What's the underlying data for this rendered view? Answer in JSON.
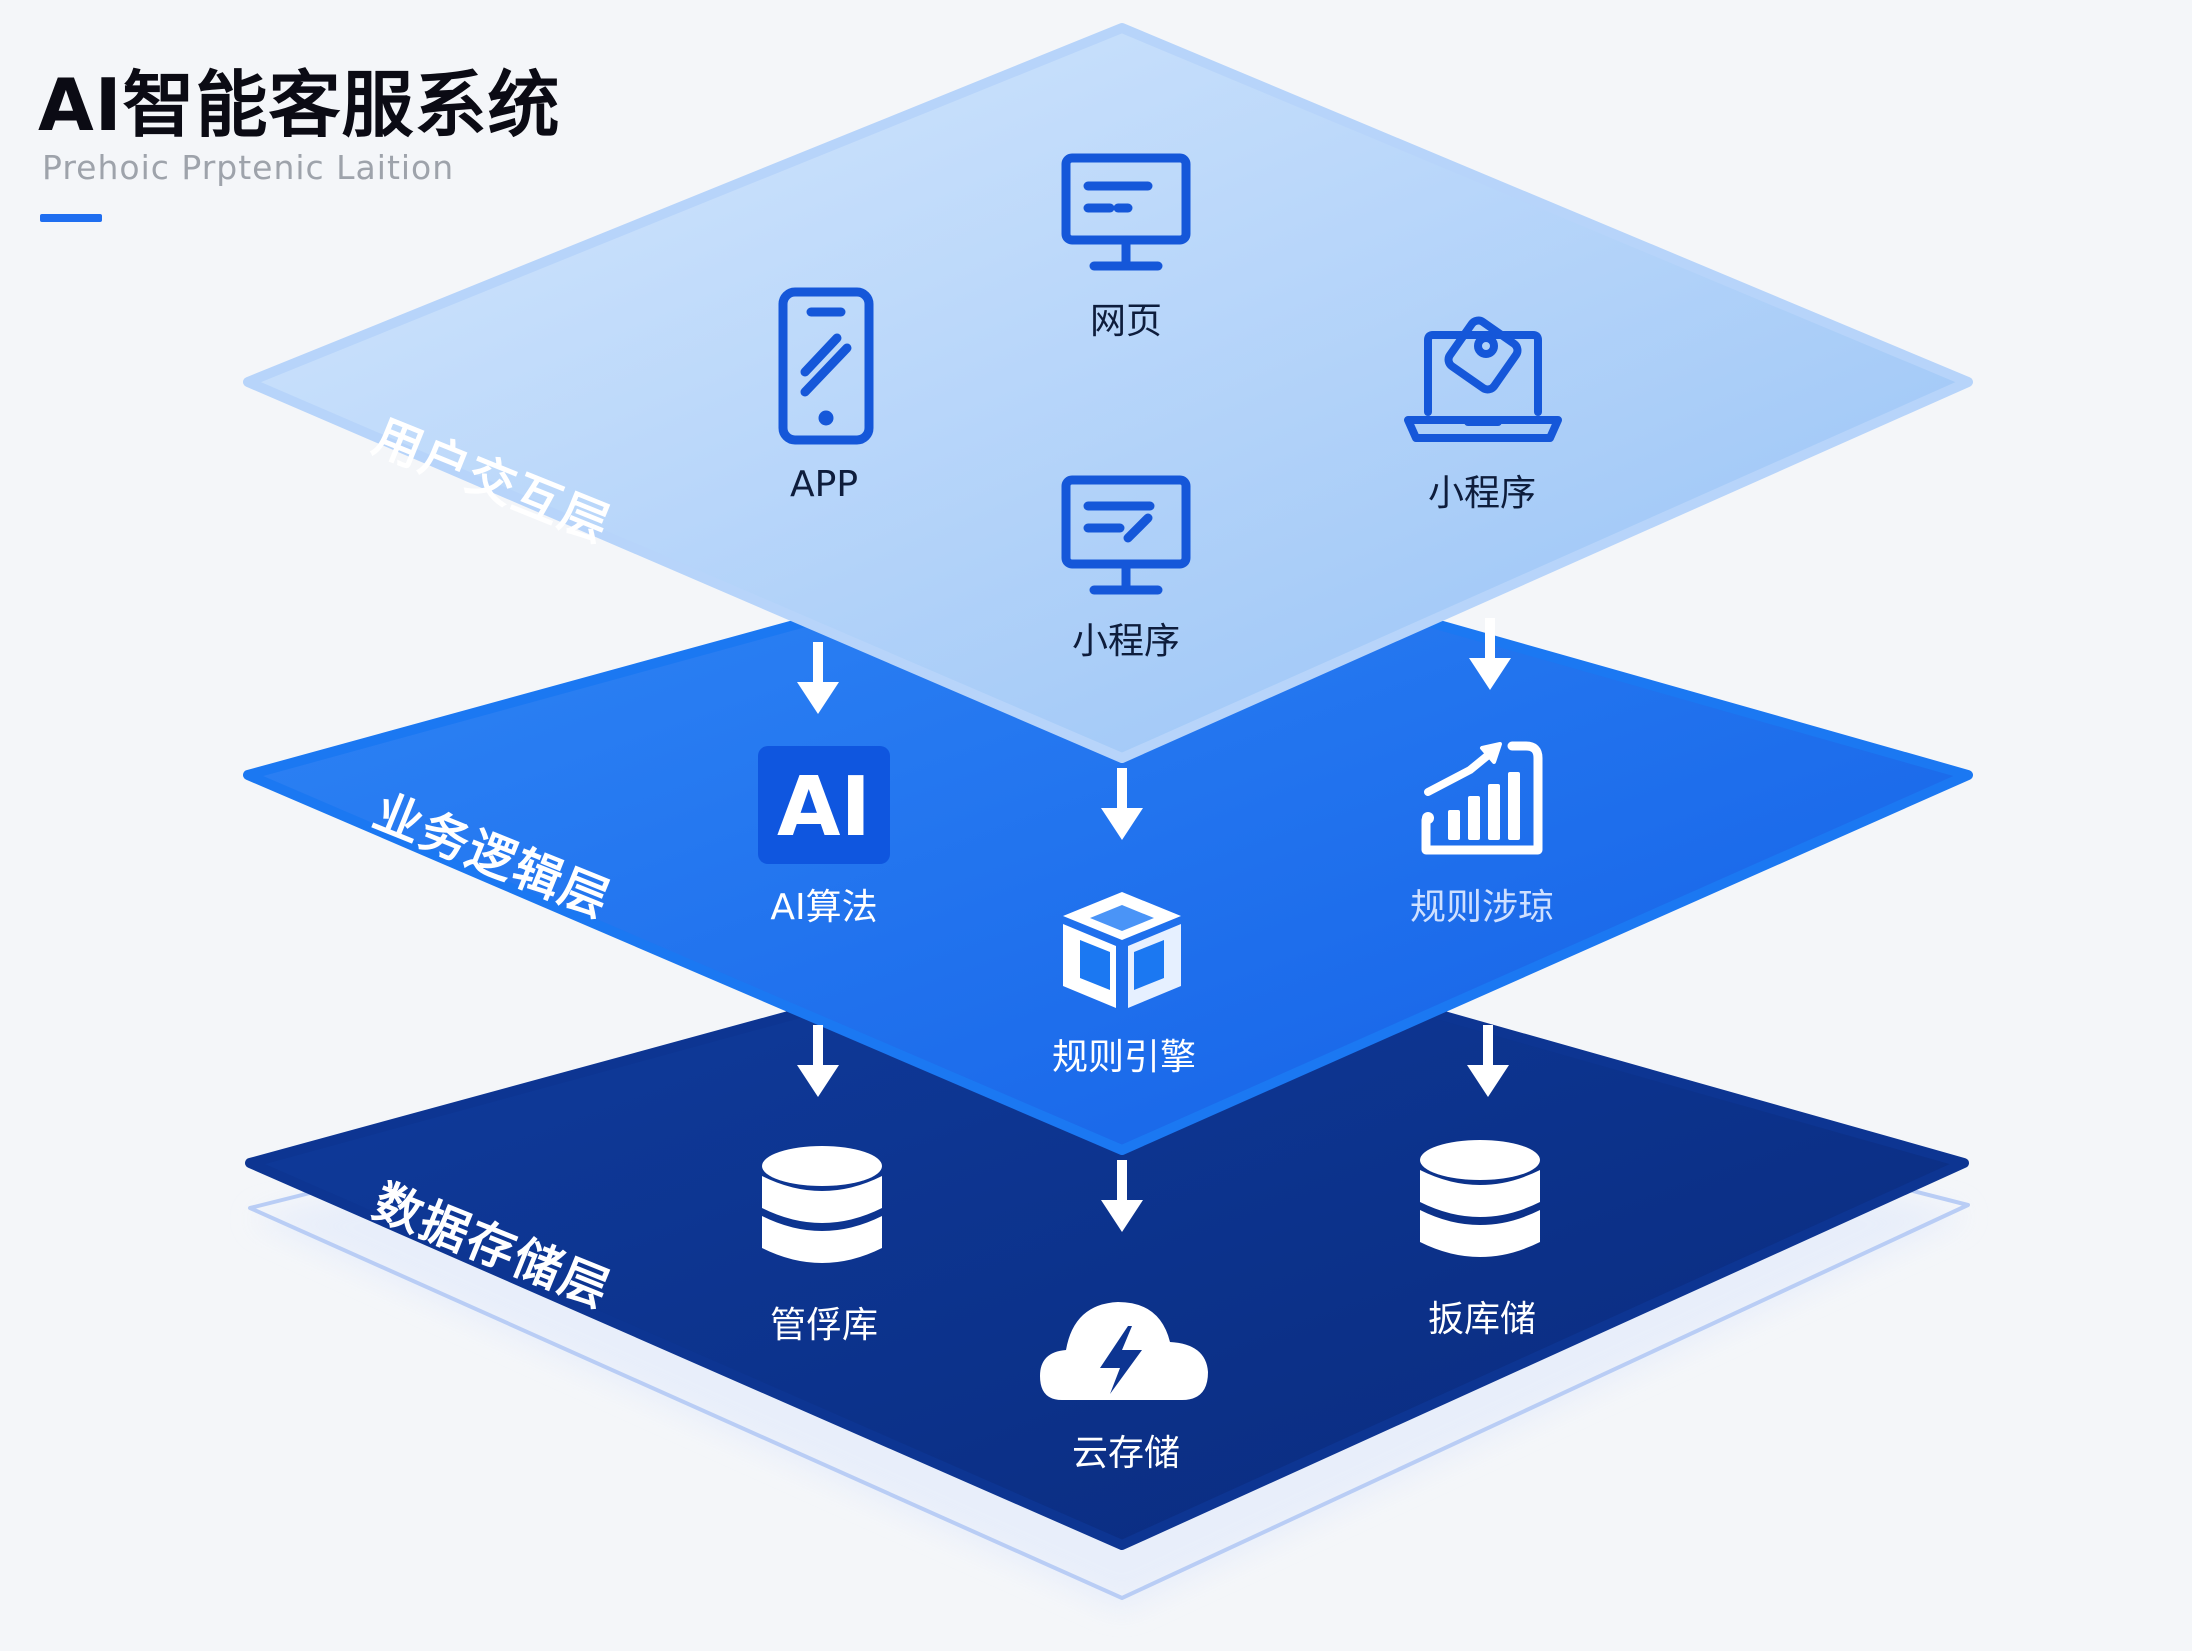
{
  "header": {
    "title": "AI智能客服系统",
    "subtitle": "Prehoic Prptenic Laition"
  },
  "layers": {
    "interaction": {
      "label": "用户交互层",
      "nodes": {
        "app": "APP",
        "web": "网页",
        "mini_right": "小程序",
        "mini_center": "小程序"
      }
    },
    "logic": {
      "label": "业务逻辑层",
      "ai_badge": "AI",
      "nodes": {
        "ai": "AI算法",
        "engine": "规则引擎",
        "rules": "规则涉琼"
      }
    },
    "storage": {
      "label": "数据存储层",
      "nodes": {
        "db_left": "管俘库",
        "cloud": "云存储",
        "db_right": "扳库储"
      }
    }
  },
  "colors": {
    "accent": "#1f6ef0",
    "top_layer": "#a9cdf8",
    "middle_layer": "#1b78f2",
    "bottom_layer": "#0d3592",
    "icon_blue": "#1557d9"
  }
}
